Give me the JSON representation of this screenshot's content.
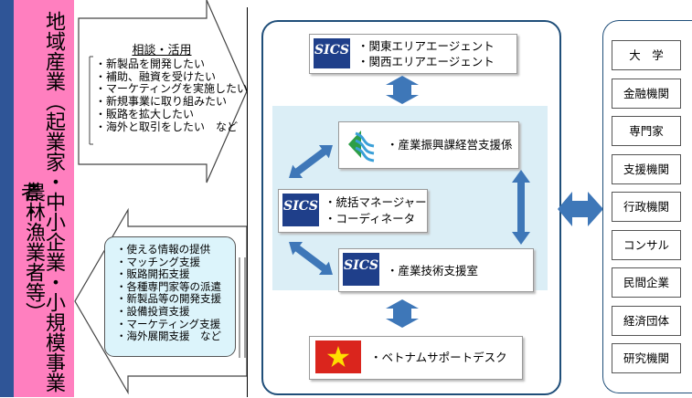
{
  "left_panel": {
    "title_line1": "地域産業（起業家・中小企業・小規模事業者・",
    "title_line2": "農林漁業者等）",
    "bg_color": "#ff7fbf"
  },
  "consult": {
    "header": "相談・活用",
    "items": [
      "・新製品を開発したい",
      "・補助、融資を受けたい",
      "・マーケティングを実施したい",
      "・新規事業に取り組みたい",
      "・販路を拡大したい",
      "・海外と取引をしたい　など"
    ]
  },
  "support": {
    "items": [
      "・使える情報の提供",
      "・マッチング支援",
      "・販路開拓支援",
      "・各種専門家等の派遣",
      "・新製品等の開発支援",
      "・設備投資支援",
      "・マーケティング支援",
      "・海外展開支援　など"
    ],
    "bg_color": "#dcf4fb"
  },
  "center": {
    "agent_lines": [
      "・関東エリアエージェント",
      "・関西エリアエージェント"
    ],
    "promotion": "・産業振興課経営支援係",
    "manager_lines": [
      "・統括マネージャー",
      "・コーディネータ"
    ],
    "tech": "・産業技術支援室",
    "vietnam": "・ベトナムサポートデスク",
    "logo_text": "SICS",
    "accent_color": "#3e77b8"
  },
  "partners": [
    "大　学",
    "金融機関",
    "専門家",
    "支援機関",
    "行政機関",
    "コンサル",
    "民間企業",
    "経済団体",
    "研究機関"
  ]
}
